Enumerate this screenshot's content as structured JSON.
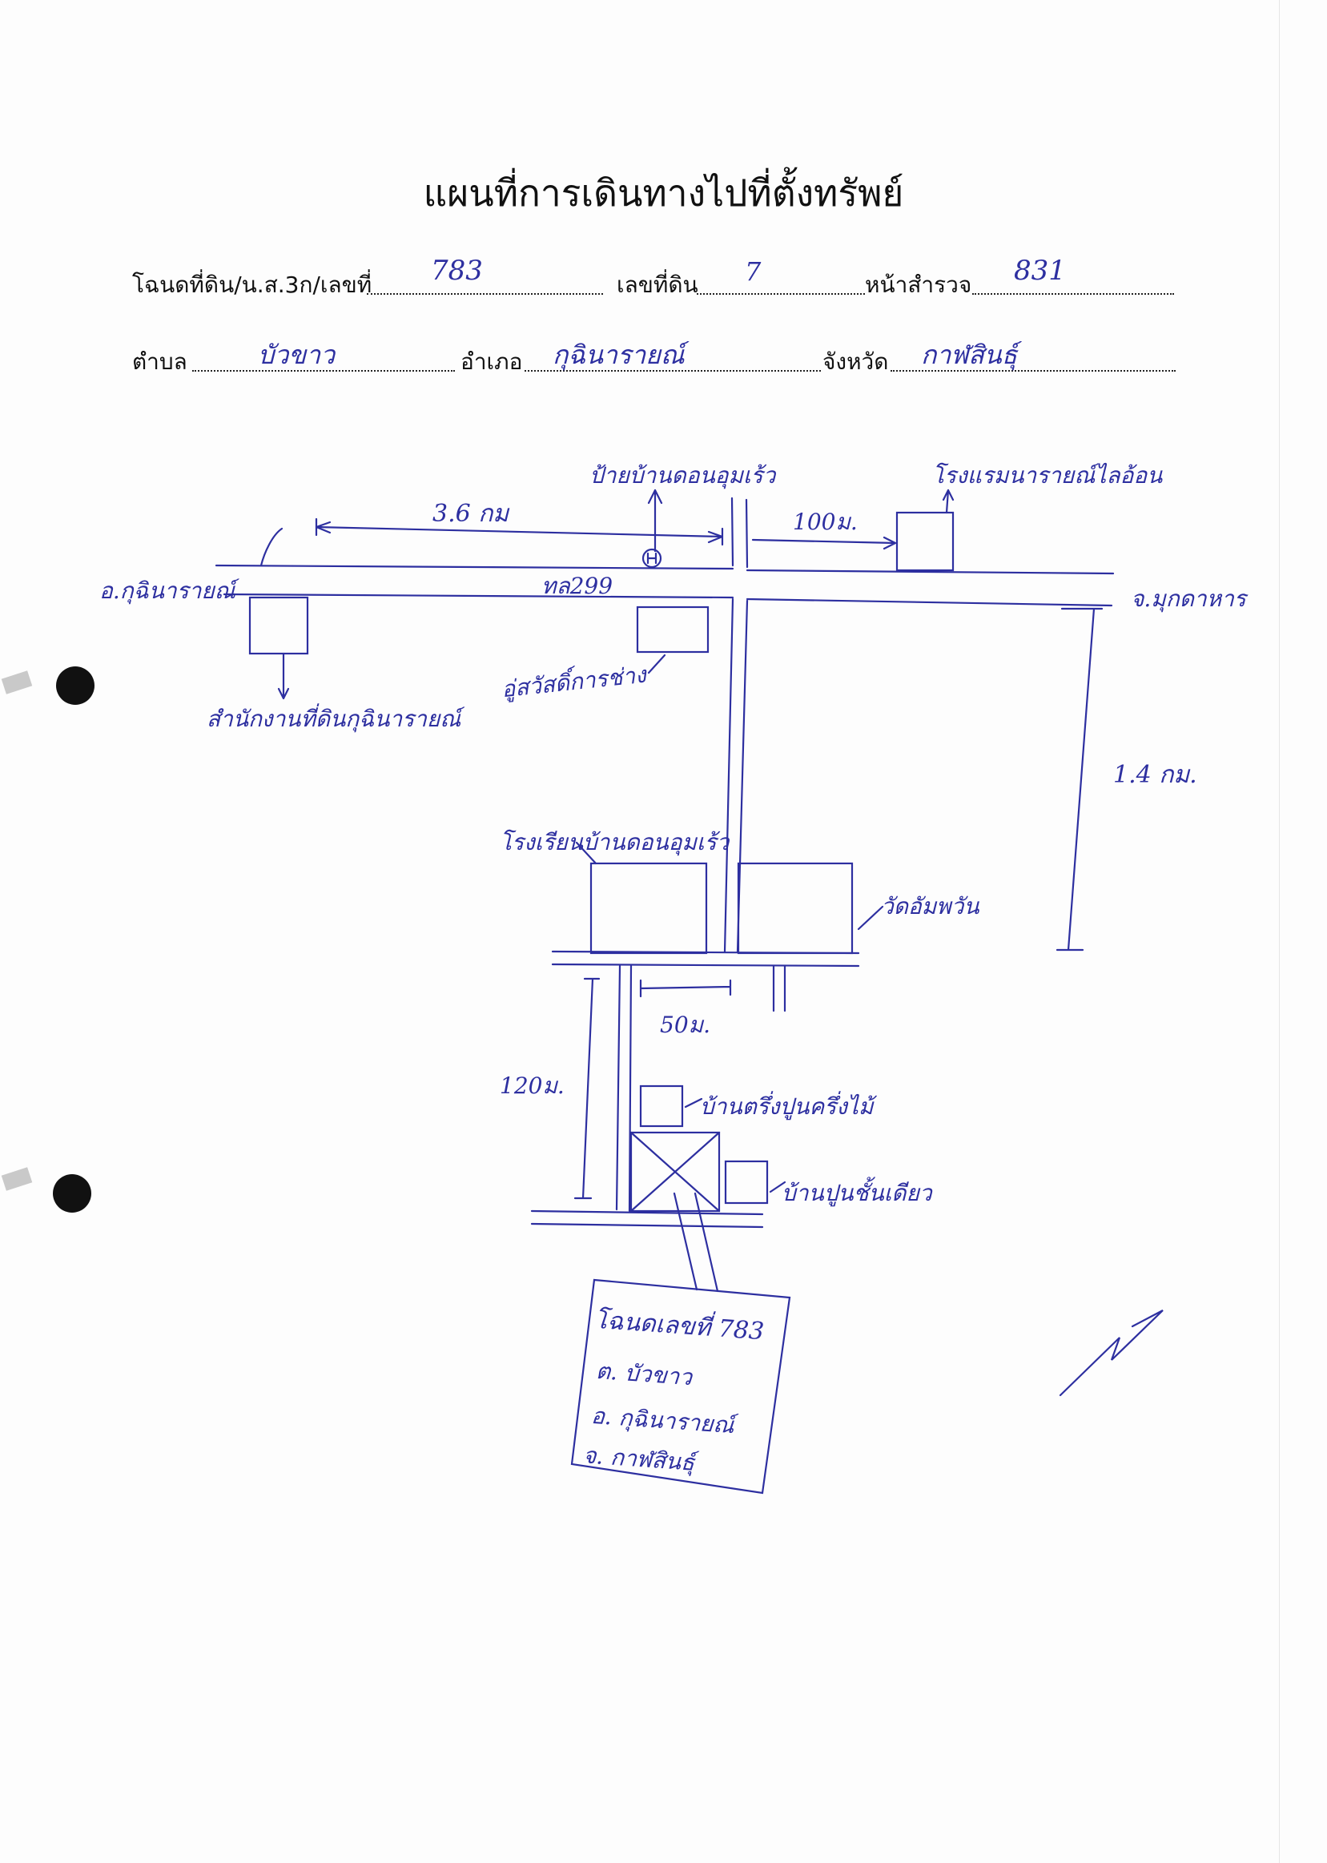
{
  "title": "แผนที่การเดินทางไปที่ตั้งทรัพย์",
  "form": {
    "deed_label": "โฉนดที่ดิน/น.ส.3ก/เลขที่",
    "deed_no": "783",
    "land_no_label": "เลขที่ดิน",
    "land_no": "7",
    "survey_page_label": "หน้าสำรวจ",
    "survey_page": "831",
    "subdistrict_label": "ตำบล",
    "subdistrict": "บัวขาว",
    "district_label": "อำเภอ",
    "district": "กุฉินารายณ์",
    "province_label": "จังหวัด",
    "province": "กาฬสินธุ์"
  },
  "map": {
    "to_kuchinarai": "อ.กุฉินารายณ์",
    "to_mukdahan": "จ.มุกดาหาร",
    "highway": "ทล299",
    "distance_to_junction": "3.6 กม",
    "village_sign": "ป้ายบ้านดอนอุมเร้ว",
    "hotel_distance": "100ม.",
    "hotel": "โรงแรมนารายณ์ไลอ้อน",
    "land_office": "สำนักงานที่ดินกุฉินารายณ์",
    "garage": "อู่สวัสดิ์การช่าง",
    "side_road_distance": "1.4 กม.",
    "school": "โรงเรียนบ้านดอนอุมเร้ว",
    "temple": "วัดอัมพวัน",
    "lane_offset": "50ม.",
    "lane_distance": "120ม.",
    "house_1": "บ้านตรึ่งปูนครึ่งไม้",
    "house_2": "บ้านปูนชั้นเดียว",
    "parcel_note": {
      "line1": "โฉนดเลขที่ 783",
      "line2": "ต. บัวขาว",
      "line3": "อ. กุฉินารายณ์",
      "line4": "จ. กาฬสินธุ์"
    }
  }
}
